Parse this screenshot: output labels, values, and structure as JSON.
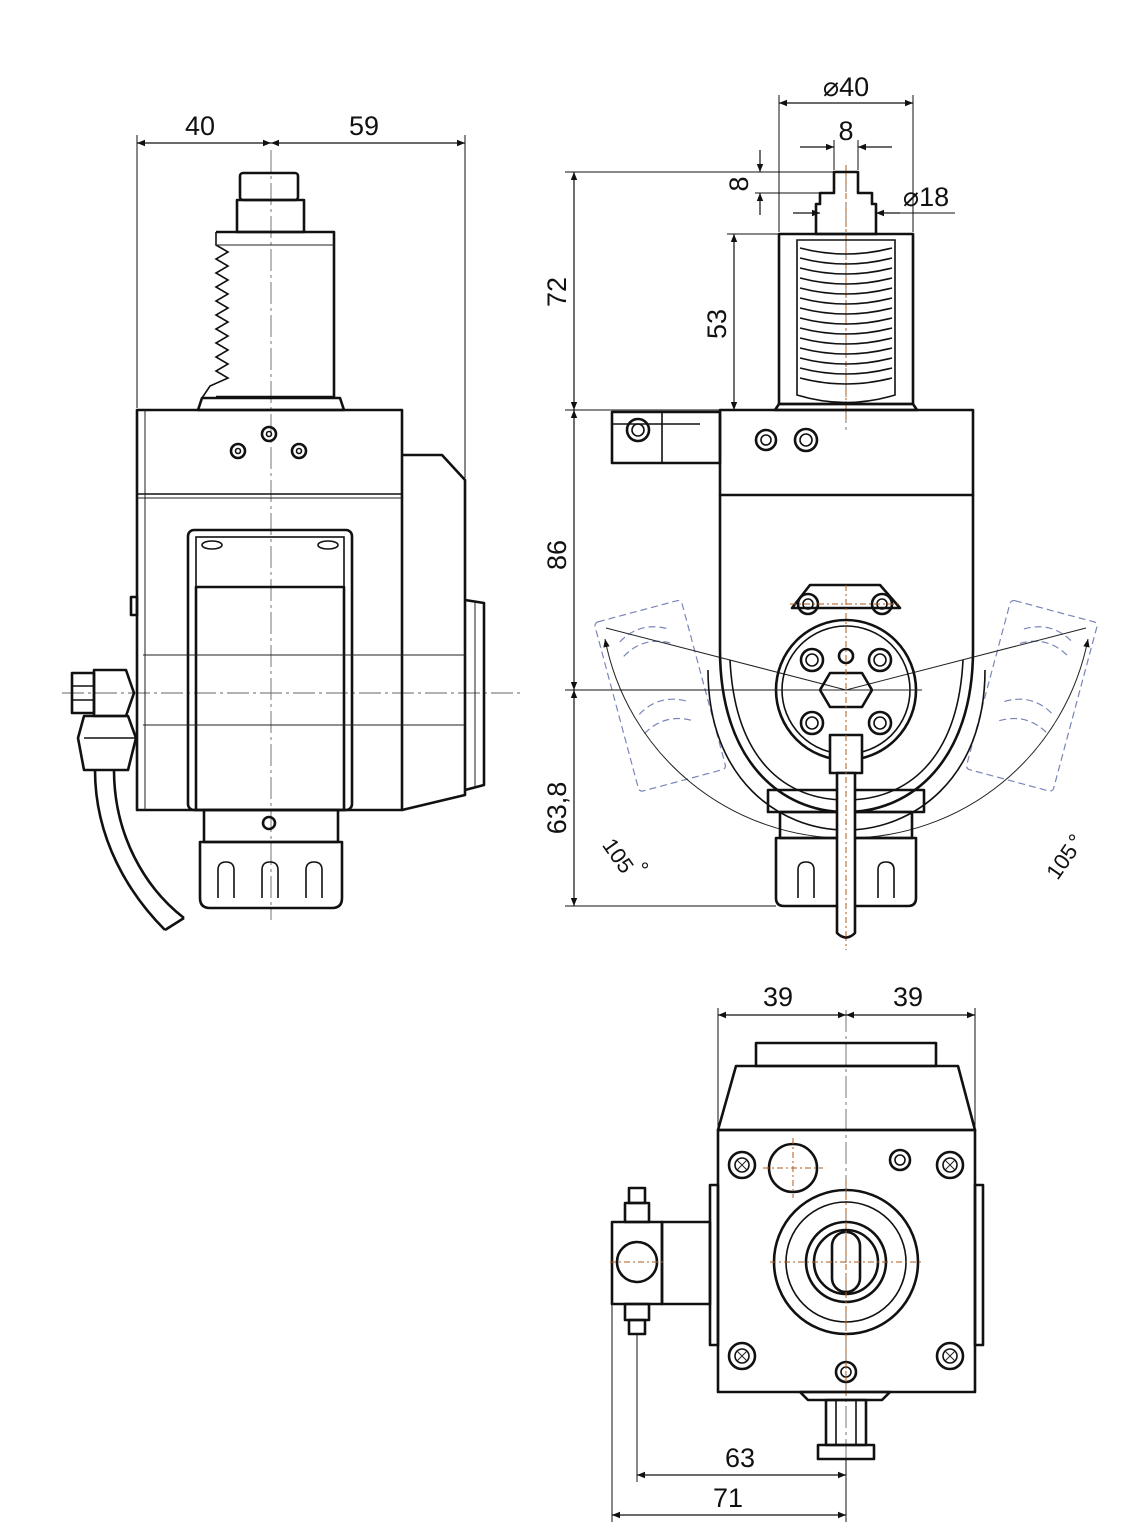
{
  "front_view": {
    "dims": {
      "left_width": "40",
      "right_width": "59"
    }
  },
  "side_view": {
    "dims": {
      "total_diameter": "⌀40",
      "key_width": "8",
      "key_height": "8",
      "shank_diameter": "⌀18",
      "top_height": "72",
      "shank_height": "53",
      "body_height": "86",
      "bottom_height": "63,8",
      "angle_left": "105",
      "angle_right": "105",
      "degree_mark": "°"
    }
  },
  "bottom_view": {
    "dims": {
      "left_half": "39",
      "right_half": "39",
      "offset_inner": "63",
      "offset_outer": "71"
    }
  }
}
